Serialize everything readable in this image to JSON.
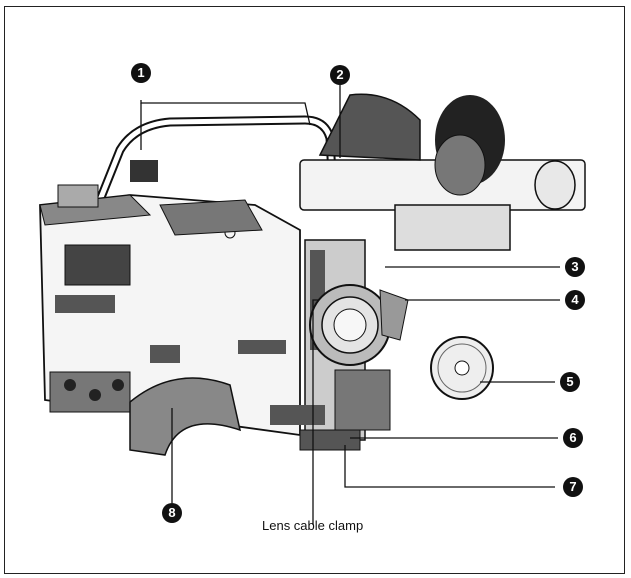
{
  "callouts": [
    "1",
    "2",
    "3",
    "4",
    "5",
    "6",
    "7",
    "8"
  ],
  "caption": "Lens cable clamp"
}
